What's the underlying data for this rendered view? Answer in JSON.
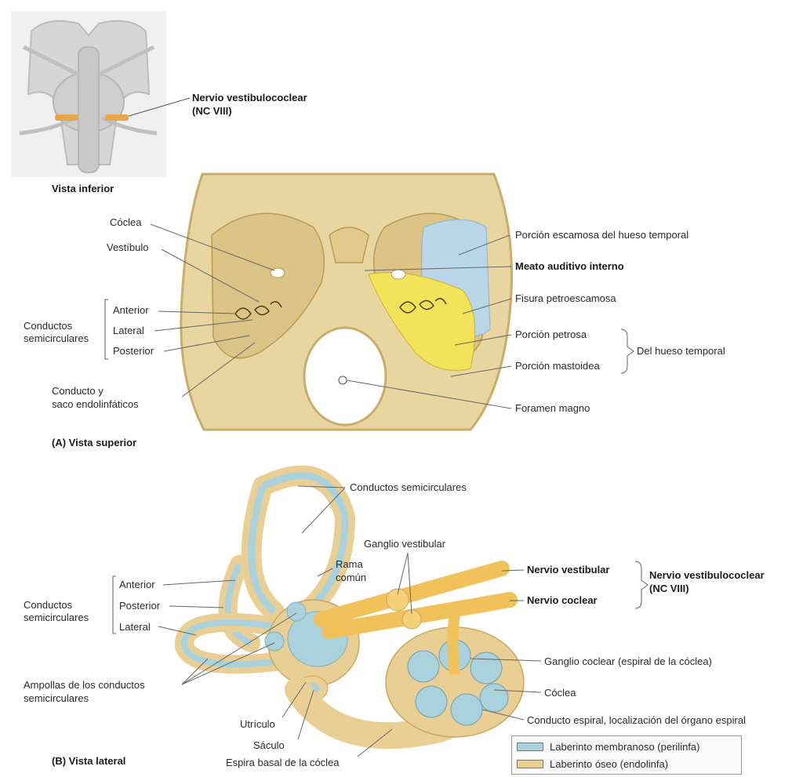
{
  "colors": {
    "membranous": "#a9d2dc",
    "bony": "#e9cf93",
    "bone": "#e8d5a0",
    "petrous": "#f3e35a",
    "squamous": "#b9d7e8",
    "nerve": "#f2c25a",
    "brainstem": "#d8d8d8"
  },
  "inset": {
    "caption": "Vista inferior",
    "nerve_label_line1": "Nervio vestibulococlear",
    "nerve_label_line2": "(NC VIII)"
  },
  "panel_a": {
    "caption": "(A) Vista superior",
    "left_labels": {
      "coclea": "Cóclea",
      "vestibulo": "Vestíbulo",
      "conductos_line1": "Conductos",
      "conductos_line2": "semicirculares",
      "anterior": "Anterior",
      "lateral": "Lateral",
      "posterior": "Posterior",
      "endolinf_line1": "Conducto y",
      "endolinf_line2": "saco endolinfáticos"
    },
    "right_labels": {
      "escamosa": "Porción escamosa del hueso temporal",
      "meato": "Meato auditivo interno",
      "fisura": "Fisura petroescamosa",
      "petrosa": "Porción petrosa",
      "mastoidea": "Porción mastoidea",
      "hueso_temporal": "Del hueso temporal",
      "foramen": "Foramen magno"
    }
  },
  "panel_b": {
    "caption": "(B) Vista lateral",
    "labels": {
      "conductos_top": "Conductos semicirculares",
      "ganglio_vestibular": "Ganglio vestibular",
      "rama_line1": "Rama",
      "rama_line2": "común",
      "nervio_vestibular": "Nervio vestibular",
      "nervio_coclear": "Nervio coclear",
      "nvc_line1": "Nervio vestibulococlear",
      "nvc_line2": "(NC VIII)",
      "conductos_line1": "Conductos",
      "conductos_line2": "semicirculares",
      "anterior": "Anterior",
      "posterior": "Posterior",
      "lateral": "Lateral",
      "ampollas_line1": "Ampollas de los conductos",
      "ampollas_line2": "semicirculares",
      "utriculo": "Utrículo",
      "saculo": "Sáculo",
      "espira": "Espira basal de la cóclea",
      "ganglio_coclear": "Ganglio coclear (espiral de la cóclea)",
      "coclea": "Cóclea",
      "conducto_espiral": "Conducto espiral, localización del órgano espiral"
    },
    "legend": [
      {
        "label": "Laberinto membranoso (perilinfa)",
        "swatch": "#a9d2dc"
      },
      {
        "label": "Laberinto óseo (endolinfa)",
        "swatch": "#e9cf93"
      }
    ]
  }
}
